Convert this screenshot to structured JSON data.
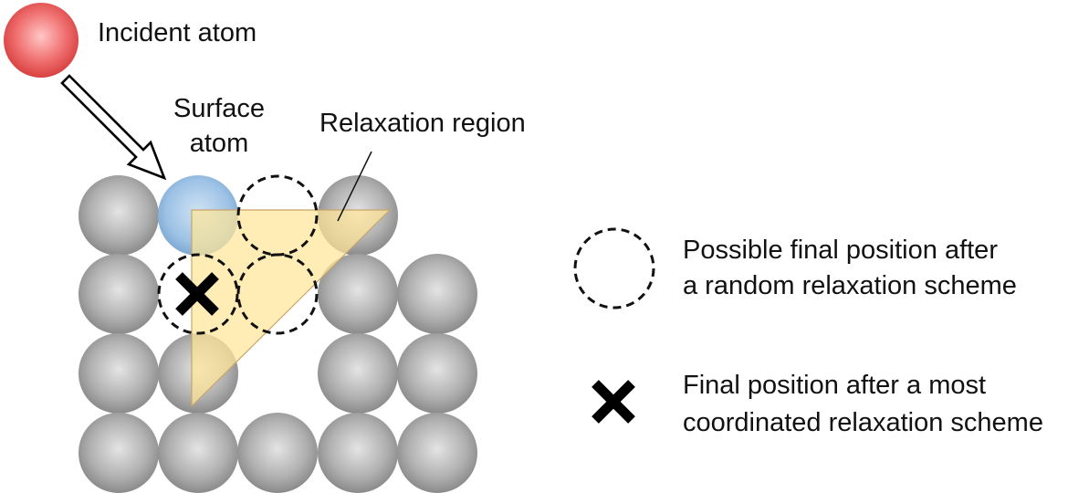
{
  "labels": {
    "incident_atom": "Incident atom",
    "surface_atom_line1": "Surface",
    "surface_atom_line2": "atom",
    "relaxation_region": "Relaxation region"
  },
  "legend": {
    "dashed_circle_line1": "Possible final position after",
    "dashed_circle_line2": "a random relaxation scheme",
    "cross_line1": "Final position after a most",
    "cross_line2": "coordinated relaxation scheme"
  },
  "colors": {
    "incident_atom": "#e8585e",
    "surface_atom": "#9ec3e6",
    "bulk_atom": "#a6a6a6",
    "relaxation_region_fill": "#ffe699",
    "text": "#111111"
  }
}
